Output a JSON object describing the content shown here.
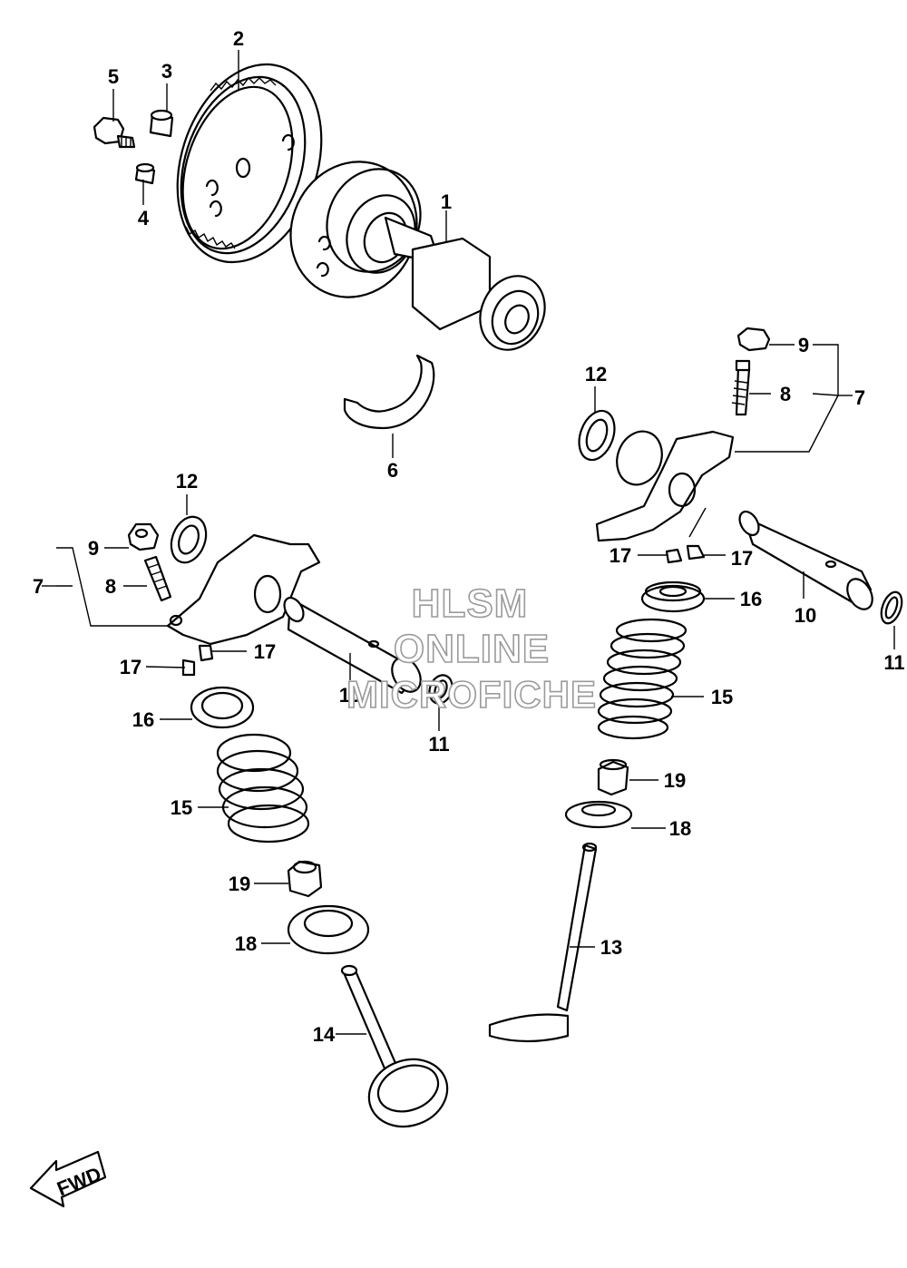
{
  "callouts": {
    "c1": "1",
    "c2": "2",
    "c3": "3",
    "c4": "4",
    "c5": "5",
    "c6": "6",
    "c7_right": "7",
    "c8_right": "8",
    "c9_right": "9",
    "c10_right": "10",
    "c11_right": "11",
    "c12_right": "12",
    "c7_left": "7",
    "c8_left": "8",
    "c9_left": "9",
    "c10_left": "10",
    "c11_left": "11",
    "c12_left": "12",
    "c13": "13",
    "c14": "14",
    "c15_left": "15",
    "c15_right": "15",
    "c16_left": "16",
    "c16_right": "16",
    "c17_left_a": "17",
    "c17_left_b": "17",
    "c17_right_a": "17",
    "c17_right_b": "17",
    "c18_left": "18",
    "c18_right": "18",
    "c19_left": "19",
    "c19_right": "19"
  },
  "watermark": {
    "line1": "HLSM",
    "line2": "ONLINE",
    "line3": "MICROFICHE"
  },
  "fwd_label": "FWD",
  "icons": {
    "fwd_arrow": "fwd-arrow-icon"
  }
}
